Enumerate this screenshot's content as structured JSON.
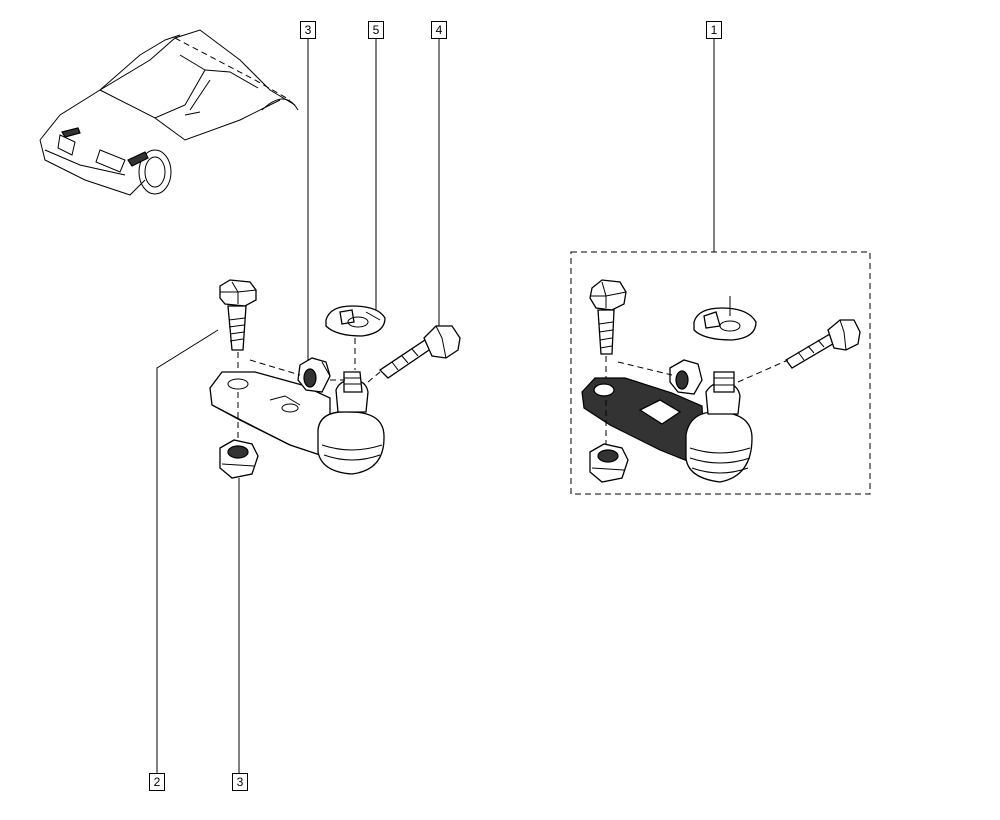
{
  "callouts": {
    "top_left_3": "3",
    "top_5": "5",
    "top_4": "4",
    "top_right_1": "1",
    "bottom_2": "2",
    "bottom_3": "3"
  },
  "colors": {
    "line": "#000000",
    "background": "#ffffff"
  }
}
